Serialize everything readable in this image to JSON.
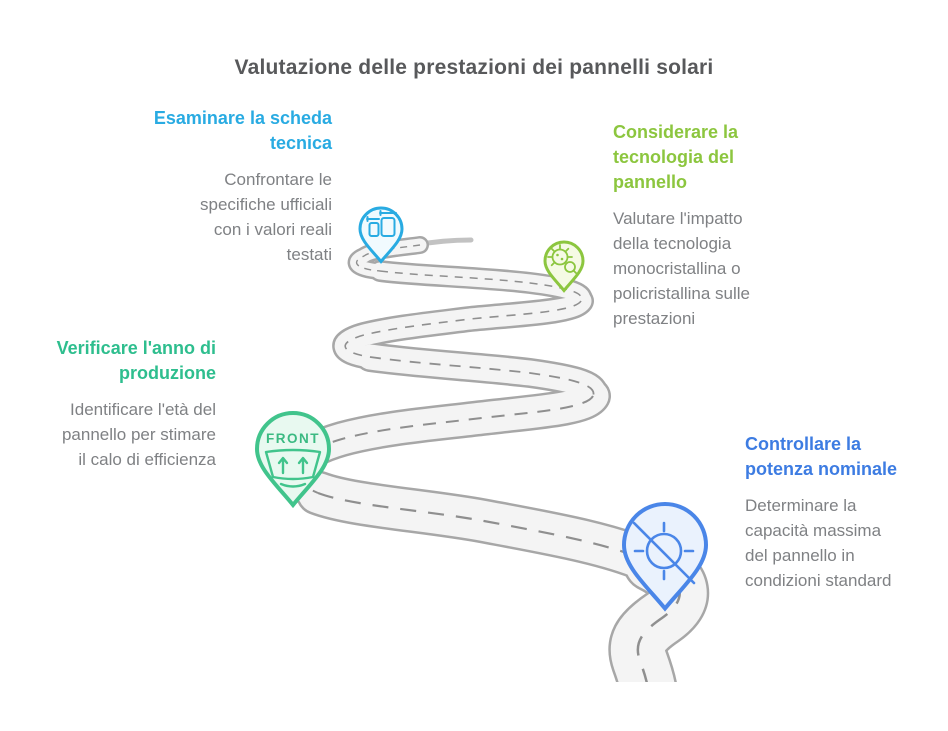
{
  "title": "Valutazione delle prestazioni dei pannelli solari",
  "steps": [
    {
      "heading": "Esaminare la scheda\ntecnica",
      "body": "Confrontare le\nspecifiche ufficiali\ncon i valori reali\ntestati",
      "color": "#29ABE2"
    },
    {
      "heading": "Considerare la\ntecnologia del\npannello",
      "body": "Valutare l'impatto\ndella tecnologia\nmonocristallina o\npolicristallina sulle\nprestazioni",
      "color": "#8CC63F"
    },
    {
      "heading": "Verificare l'anno di\nproduzione",
      "body": "Identificare l'età del\npannello per stimare\nil calo di efficienza",
      "color": "#2EBE8E"
    },
    {
      "heading": "Controllare la\npotenza nominale",
      "body": "Determinare la\ncapacità massima\ndel pannello in\ncondizioni standard",
      "color": "#3D7CE2"
    }
  ],
  "pins": {
    "datasheet": {
      "icon": "spec-comparison-icon",
      "color": "#29ABE2"
    },
    "technology": {
      "icon": "gear-magnifier-icon",
      "color": "#8CC63F"
    },
    "production_year": {
      "label": "FRONT",
      "icon": "windshield-arrows-icon",
      "color": "#41C48C"
    },
    "nominal_power": {
      "icon": "sun-slash-icon",
      "color": "#4A86E8"
    }
  },
  "road": {
    "surface_color": "#F4F4F4",
    "edge_color": "#A7A7A7",
    "dash_color": "#8F8F8F"
  },
  "title_color": "#58595B",
  "body_text_color": "#7F8184"
}
